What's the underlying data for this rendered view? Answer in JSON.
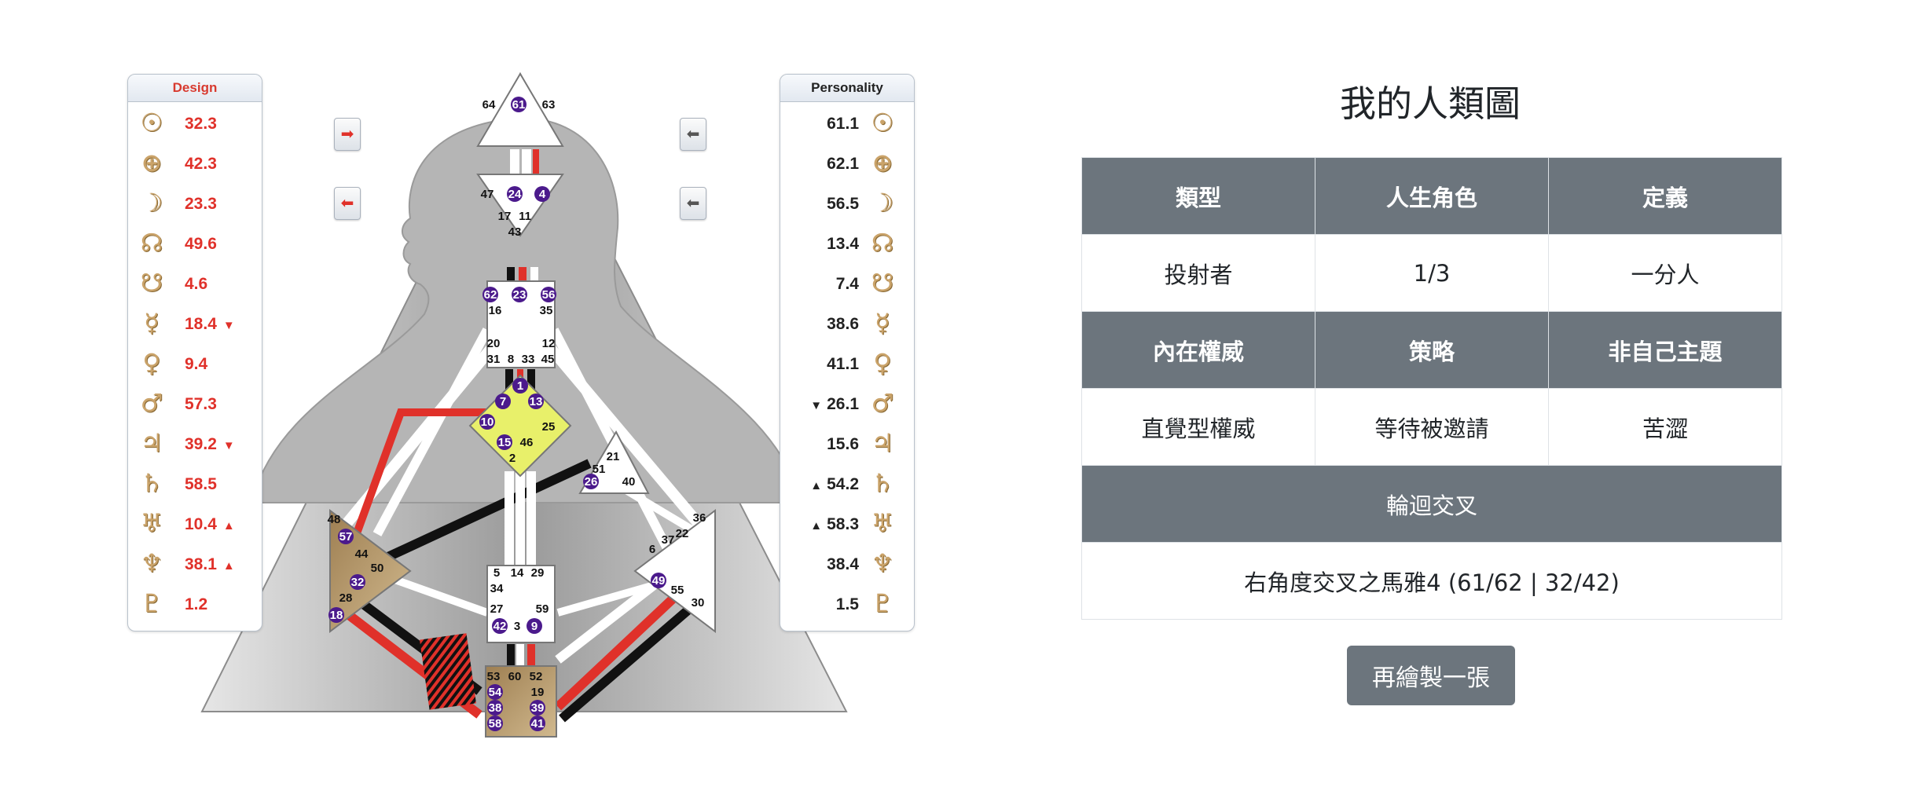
{
  "bodygraph": {
    "design_header": "Design",
    "personality_header": "Personality",
    "design": [
      {
        "icon": "sun-icon",
        "glyph": "☉",
        "value": "32.3",
        "mark": ""
      },
      {
        "icon": "earth-icon",
        "glyph": "⊕",
        "value": "42.3",
        "mark": ""
      },
      {
        "icon": "moon-icon",
        "glyph": "☽",
        "value": "23.3",
        "mark": ""
      },
      {
        "icon": "north-node-icon",
        "glyph": "☊",
        "value": "49.6",
        "mark": ""
      },
      {
        "icon": "south-node-icon",
        "glyph": "☋",
        "value": "4.6",
        "mark": ""
      },
      {
        "icon": "mercury-icon",
        "glyph": "☿",
        "value": "18.4",
        "mark": "▼"
      },
      {
        "icon": "venus-icon",
        "glyph": "♀",
        "value": "9.4",
        "mark": ""
      },
      {
        "icon": "mars-icon",
        "glyph": "♂",
        "value": "57.3",
        "mark": ""
      },
      {
        "icon": "jupiter-icon",
        "glyph": "♃",
        "value": "39.2",
        "mark": "▼"
      },
      {
        "icon": "saturn-icon",
        "glyph": "♄",
        "value": "58.5",
        "mark": ""
      },
      {
        "icon": "uranus-icon",
        "glyph": "♅",
        "value": "10.4",
        "mark": "▲"
      },
      {
        "icon": "neptune-icon",
        "glyph": "♆",
        "value": "38.1",
        "mark": "▲"
      },
      {
        "icon": "pluto-icon",
        "glyph": "♇",
        "value": "1.2",
        "mark": ""
      }
    ],
    "personality": [
      {
        "icon": "sun-icon",
        "glyph": "☉",
        "value": "61.1",
        "mark": ""
      },
      {
        "icon": "earth-icon",
        "glyph": "⊕",
        "value": "62.1",
        "mark": ""
      },
      {
        "icon": "moon-icon",
        "glyph": "☽",
        "value": "56.5",
        "mark": ""
      },
      {
        "icon": "north-node-icon",
        "glyph": "☊",
        "value": "13.4",
        "mark": ""
      },
      {
        "icon": "south-node-icon",
        "glyph": "☋",
        "value": "7.4",
        "mark": ""
      },
      {
        "icon": "mercury-icon",
        "glyph": "☿",
        "value": "38.6",
        "mark": ""
      },
      {
        "icon": "venus-icon",
        "glyph": "♀",
        "value": "41.1",
        "mark": ""
      },
      {
        "icon": "mars-icon",
        "glyph": "♂",
        "value": "26.1",
        "mark": "▼"
      },
      {
        "icon": "jupiter-icon",
        "glyph": "♃",
        "value": "15.6",
        "mark": ""
      },
      {
        "icon": "saturn-icon",
        "glyph": "♄",
        "value": "54.2",
        "mark": "▲"
      },
      {
        "icon": "uranus-icon",
        "glyph": "♅",
        "value": "58.3",
        "mark": "▲"
      },
      {
        "icon": "neptune-icon",
        "glyph": "♆",
        "value": "38.4",
        "mark": ""
      },
      {
        "icon": "pluto-icon",
        "glyph": "♇",
        "value": "1.5",
        "mark": ""
      }
    ],
    "gates": {
      "head": [
        "64",
        "61",
        "63"
      ],
      "ajna": [
        "47",
        "24",
        "4",
        "17",
        "11",
        "43"
      ],
      "throat": [
        "62",
        "23",
        "56",
        "16",
        "35",
        "20",
        "12",
        "31",
        "8",
        "33",
        "45"
      ],
      "g": [
        "1",
        "7",
        "13",
        "10",
        "15",
        "46",
        "25",
        "2"
      ],
      "ego": [
        "21",
        "51",
        "26",
        "40"
      ],
      "spleen": [
        "48",
        "57",
        "44",
        "50",
        "32",
        "28",
        "18"
      ],
      "sacral": [
        "5",
        "14",
        "29",
        "34",
        "27",
        "59",
        "42",
        "3",
        "9"
      ],
      "solar_plexus": [
        "36",
        "22",
        "6",
        "37",
        "49",
        "55",
        "30"
      ],
      "root": [
        "53",
        "60",
        "52",
        "54",
        "19",
        "38",
        "39",
        "58",
        "41"
      ]
    }
  },
  "main": {
    "title": "我的人類圖",
    "table": {
      "h_type": "類型",
      "h_profile": "人生角色",
      "h_definition": "定義",
      "type": "投射者",
      "profile": "1/3",
      "definition": "一分人",
      "h_authority": "內在權威",
      "h_strategy": "策略",
      "h_not_self": "非自己主題",
      "authority": "直覺型權威",
      "strategy": "等待被邀請",
      "not_self": "苦澀",
      "h_cross": "輪迴交叉",
      "cross": "右角度交叉之馬雅4 (61/62 | 32/42)"
    },
    "redraw_button": "再繪製一張"
  },
  "colors": {
    "design_red": "#e0312a",
    "gate_purple": "#4b1a8c",
    "planet_gold": "#caa36a",
    "header_gray": "#6c757d",
    "g_center_yellow": "#e8f06a",
    "motor_brown": "#b89a6e"
  }
}
